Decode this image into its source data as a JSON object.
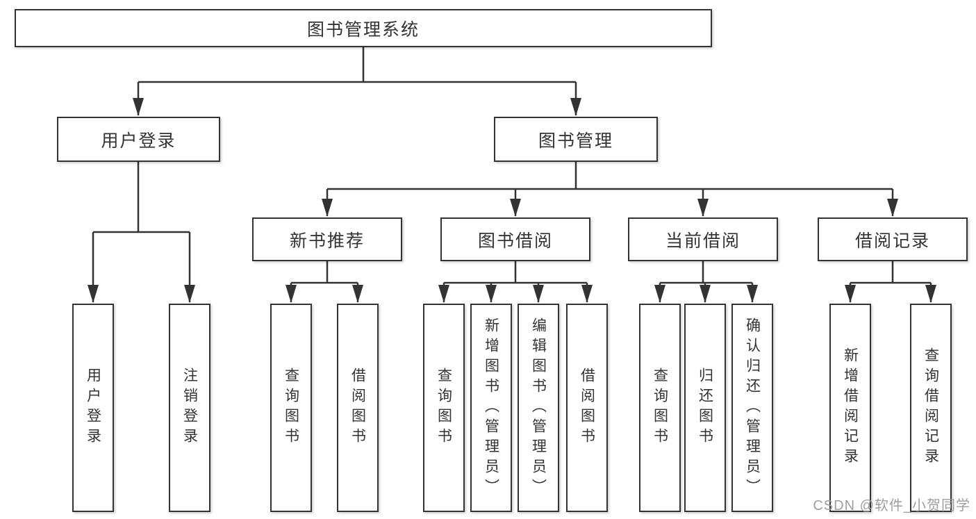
{
  "nodes": {
    "root": "图书管理系统",
    "user_login": "用户登录",
    "book_management": "图书管理",
    "new_book_recommend": "新书推荐",
    "book_borrow": "图书借阅",
    "current_borrow": "当前借阅",
    "borrow_record": "借阅记录"
  },
  "leaves": {
    "user_login_login": "用户登录",
    "user_login_logout": "注销登录",
    "new_book_query": "查询图书",
    "new_book_borrow": "借阅图书",
    "borrow_query": "查询图书",
    "borrow_add_admin": "新增图书（管理员）",
    "borrow_edit_admin": "编辑图书（管理员）",
    "borrow_borrow": "借阅图书",
    "current_query": "查询图书",
    "current_return": "归还图书",
    "current_confirm_admin": "确认归还（管理员）",
    "record_add": "新增借阅记录",
    "record_query": "查询借阅记录"
  },
  "watermark": "CSDN @软件_小贺同学",
  "colors": {
    "line": "#333333",
    "box-border": "#333333",
    "box-fill": "#ffffff",
    "text": "#333333",
    "watermark": "#9e9e9e",
    "background": "#ffffff"
  }
}
